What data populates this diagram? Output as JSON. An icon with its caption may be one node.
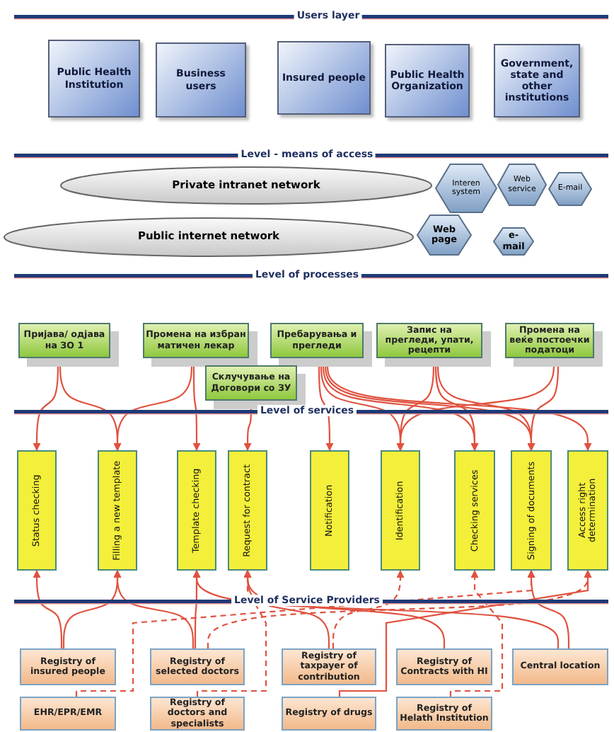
{
  "diagram": {
    "nodes": [
      {
        "text": [
          "Public Health Institution"
        ]
      },
      {
        "text": [
          "Business users"
        ]
      },
      {
        "text": [
          "Insured people"
        ]
      },
      {
        "text": [
          "Public Health Organization"
        ]
      },
      {
        "text": [
          "Government, state and other institutions"
        ]
      },
      {
        "text": [
          "Private intranet network"
        ]
      },
      {
        "text": [
          "Public internet network"
        ]
      },
      {
        "text": [
          "Interen system"
        ]
      },
      {
        "text": [
          "Web service"
        ]
      },
      {
        "text": [
          "E-mail"
        ]
      },
      {
        "text": [
          "Web page"
        ]
      },
      {
        "text": [
          "e-mail"
        ]
      },
      {
        "text": [
          "Пријава/ одјава на ЗО 1"
        ]
      },
      {
        "text": [
          "Промена на избран матичен лекар"
        ]
      },
      {
        "text": [
          "Пребарувања и прегледи"
        ]
      },
      {
        "text": [
          "Запис на прегледи, упати, рецепти"
        ]
      },
      {
        "text": [
          "Промена на веќе постоечки податоци"
        ]
      },
      {
        "text": [
          "Склучување на Договори со ЗУ"
        ]
      },
      {
        "text": [
          "Status checking"
        ]
      },
      {
        "text": [
          "Filling a new template"
        ]
      },
      {
        "text": [
          "Template checking"
        ]
      },
      {
        "text": [
          "Request for contract"
        ]
      },
      {
        "text": [
          "Notification"
        ]
      },
      {
        "text": [
          "Identification"
        ]
      },
      {
        "text": [
          "Checking services"
        ]
      },
      {
        "text": [
          "Signing of documents"
        ]
      },
      {
        "text": [
          "Access right determination"
        ]
      },
      {
        "text": [
          "Registry of insured people"
        ]
      },
      {
        "text": [
          "Registry of selected doctors"
        ]
      },
      {
        "text": [
          "Registry of taxpayer of contribution"
        ]
      },
      {
        "text": [
          "Registry of Contracts with HI"
        ]
      },
      {
        "text": [
          "Central location"
        ]
      },
      {
        "text": [
          "EHR/EPR/EMR"
        ]
      },
      {
        "text": [
          "Registry of doctors and specialists"
        ]
      },
      {
        "text": [
          "Registry of drugs"
        ]
      },
      {
        "text": [
          "Registry of Helath Institution"
        ]
      }
    ],
    "edges": [
      {
        "from": 12,
        "to": 18,
        "arrow": "to"
      },
      {
        "from": 12,
        "to": 19,
        "arrow": "to"
      },
      {
        "from": 13,
        "to": 19,
        "arrow": "to"
      },
      {
        "from": 13,
        "to": 20,
        "arrow": "to"
      },
      {
        "from": 17,
        "to": 21,
        "arrow": "to"
      },
      {
        "from": 14,
        "to": 22,
        "arrow": "to"
      },
      {
        "from": 14,
        "to": 23,
        "arrow": "to"
      },
      {
        "from": 14,
        "to": 24,
        "arrow": "to"
      },
      {
        "from": 14,
        "to": 25,
        "arrow": "to"
      },
      {
        "from": 14,
        "to": 26,
        "arrow": "to"
      },
      {
        "from": 15,
        "to": 23,
        "arrow": "to"
      },
      {
        "from": 15,
        "to": 24,
        "arrow": "to"
      },
      {
        "from": 15,
        "to": 25,
        "arrow": "to"
      },
      {
        "from": 16,
        "to": 23,
        "arrow": "to"
      },
      {
        "from": 16,
        "to": 25,
        "arrow": "to"
      },
      {
        "from": 27,
        "to": 18,
        "arrow": "to"
      },
      {
        "from": 27,
        "to": 19,
        "arrow": "to"
      },
      {
        "from": 28,
        "to": 19,
        "arrow": "to"
      },
      {
        "from": 28,
        "to": 20,
        "arrow": "to"
      },
      {
        "from": 29,
        "to": 21,
        "arrow": "to"
      },
      {
        "from": 30,
        "to": 21,
        "arrow": "to"
      },
      {
        "from": 31,
        "to": 20,
        "arrow": "to"
      },
      {
        "from": 31,
        "to": 25,
        "arrow": "to"
      },
      {
        "from": 29,
        "to": 23,
        "arrow": "to",
        "style": "dashed"
      },
      {
        "from": 28,
        "to": 26,
        "arrow": "to",
        "style": "dashed"
      },
      {
        "from": 32,
        "to": 25,
        "arrow": "to",
        "style": "dashed"
      },
      {
        "from": 33,
        "to": 21,
        "arrow": "to",
        "style": "dashed"
      },
      {
        "from": 34,
        "to": 26,
        "arrow": "to"
      },
      {
        "from": 35,
        "to": 24,
        "arrow": "to",
        "style": "dashed"
      }
    ],
    "labels": [
      "Users layer",
      "Level - means of access",
      "Level of processes",
      "Level of services",
      "Level of Service Providers"
    ]
  }
}
